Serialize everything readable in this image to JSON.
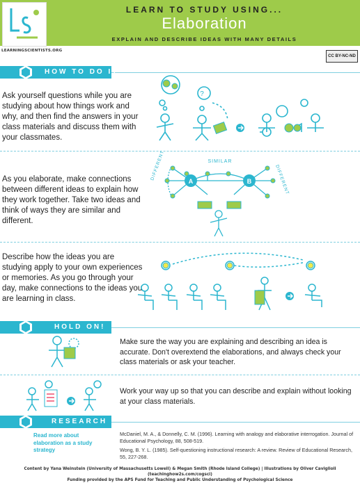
{
  "header": {
    "logo_text": "LEARNINGSCIENTISTS.ORG",
    "top_line": "LEARN TO STUDY USING...",
    "title": "Elaboration",
    "subtitle": "EXPLAIN AND DESCRIBE IDEAS WITH MANY DETAILS",
    "license": "CC BY-NC-ND"
  },
  "sections": {
    "how_to": "HOW TO DO IT",
    "hold_on": "HOLD ON!",
    "research": "RESEARCH"
  },
  "steps": [
    "Ask yourself questions while you are studying about how things work and why, and then find the answers in your class materials and discuss them with your classmates.",
    "As you elaborate, make connections between different ideas to explain how they work together. Take two ideas and think of ways they are similar and different.",
    "Describe how the ideas you are studying apply to your own experiences or memories. As you go through your day, make connections to the ideas you are learning in class."
  ],
  "diagram": {
    "similar": "SIMILAR",
    "different": "DIFFERENT",
    "a": "A",
    "b": "B"
  },
  "hold_on_text": [
    "Make sure the way you are explaining and describing an idea is accurate. Don't overextend the elaborations, and always check your class materials or ask your teacher.",
    "Work your way up so that you can describe and explain without looking at your class materials."
  ],
  "research_link": "Read more about elaboration as a study strategy",
  "references": [
    "McDaniel, M. A., & Donnelly, C. M. (1996). Learning with analogy and elaborative interrogation. Journal of Educational Psychology, 88, 508-519.",
    "Wong, B. Y. L. (1985). Self-questioning instructional research: A review. Review of Educational Research, 55, 227-268."
  ],
  "footer": [
    "Content by Yana Weinstein (University of Massachusetts Lowell) & Megan Smith (Rhode Island College)  |  Illustrations by Oliver Caviglioli (teachinghow2s.com/cogsci)",
    "Funding provided by the APS Fund for Teaching and Public Understanding of Psychological Science"
  ],
  "colors": {
    "accent": "#2bb6cf",
    "header_green": "#9ecb4a",
    "highlight_yellow": "#f3e84b"
  }
}
